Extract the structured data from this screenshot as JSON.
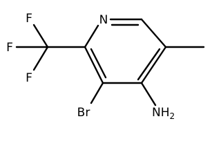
{
  "molecule": {
    "atoms": {
      "n1": "N",
      "f_top": "F",
      "f_left": "F",
      "f_bottom": "F",
      "br": "Br",
      "nh2_main": "NH",
      "nh2_sub": "2"
    }
  }
}
